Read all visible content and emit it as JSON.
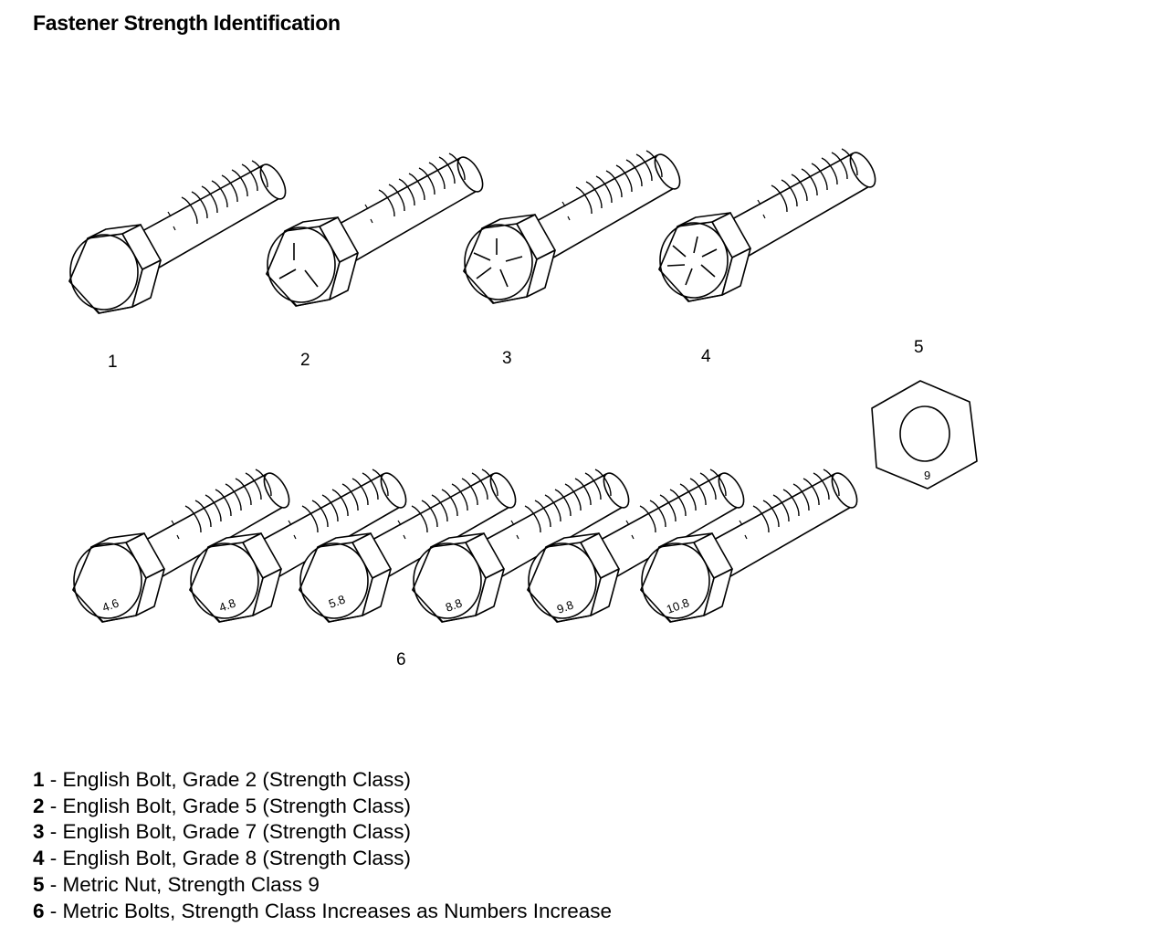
{
  "title": "Fastener Strength Identification",
  "callouts": {
    "c1": "1",
    "c2": "2",
    "c3": "3",
    "c4": "4",
    "c5": "5",
    "c6": "6"
  },
  "bolt_head_markings": {
    "grade2": "none",
    "grade5": "3 radial lines",
    "grade7": "5 radial lines",
    "grade8": "6 radial lines"
  },
  "metric_bolt_marks": [
    "4.6",
    "4.8",
    "5.8",
    "8.8",
    "9.8",
    "10.8"
  ],
  "nut_mark": "9",
  "legend": [
    {
      "num": "1",
      "sep": " - ",
      "text": "English Bolt, Grade 2 (Strength Class)"
    },
    {
      "num": "2",
      "sep": " - ",
      "text": "English Bolt, Grade 5 (Strength Class)"
    },
    {
      "num": "3",
      "sep": " - ",
      "text": "English Bolt, Grade 7 (Strength Class)"
    },
    {
      "num": "4",
      "sep": " - ",
      "text": "English Bolt, Grade 8 (Strength Class)"
    },
    {
      "num": "5",
      "sep": " - ",
      "text": "Metric Nut, Strength Class 9"
    },
    {
      "num": "6",
      "sep": " - ",
      "text": "Metric Bolts, Strength Class Increases as Numbers Increase"
    }
  ]
}
